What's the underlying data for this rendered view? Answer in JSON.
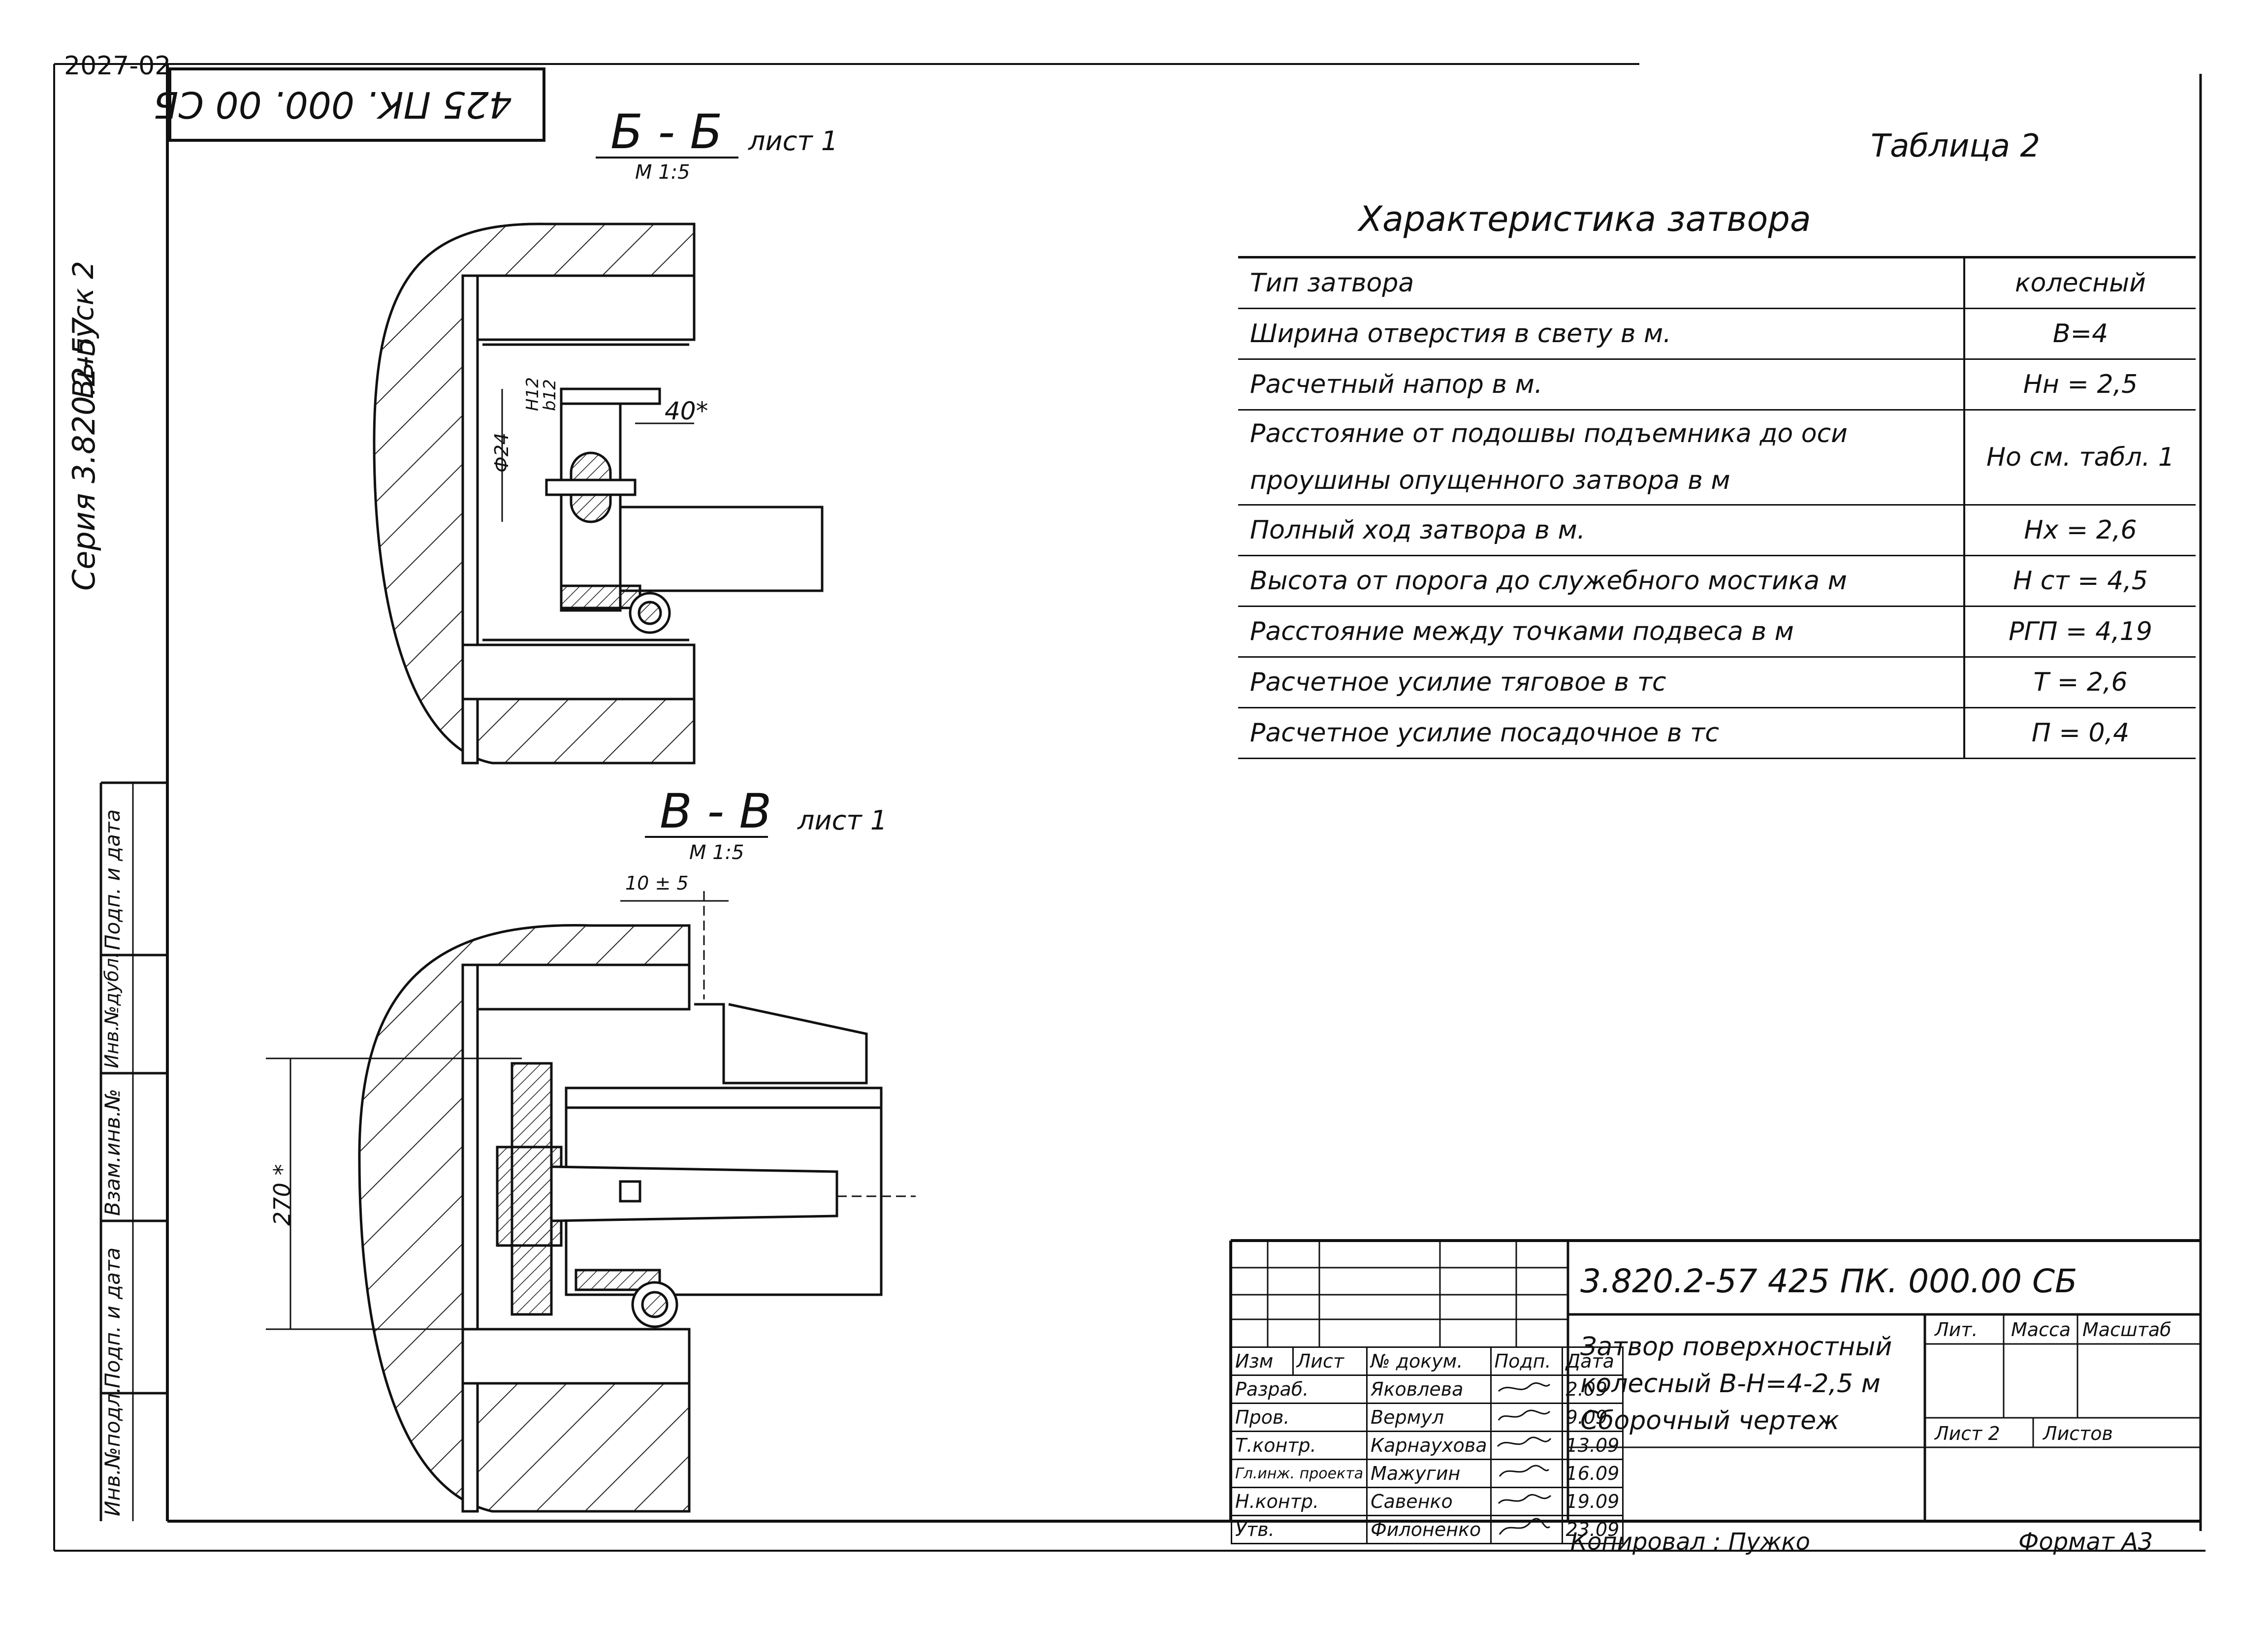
{
  "sheet": {
    "corner_code": "2027-02",
    "stamp_code": "425 ПК. 000. 00 СБ",
    "series": "Серия 3.820.2-57",
    "issue": "Выпуск 2",
    "side_cells": [
      "Инв.№подл.",
      "Подп. и дата",
      "Взам.инв.№",
      "Инв.№дубл.",
      "Подп. и дата"
    ]
  },
  "sections": {
    "bb": {
      "title": "Б - Б",
      "sheet_ref": "лист 1",
      "scale": "М 1:5",
      "dim_40": "40*",
      "dim_d24": "Ф24",
      "dim_h12": "Н12",
      "dim_b12": "b12"
    },
    "vv": {
      "title": "В - В",
      "sheet_ref": "лист 1",
      "scale": "М 1:5",
      "dim_10": "10 ± 5",
      "dim_270": "270 *"
    }
  },
  "table": {
    "label": "Таблица 2",
    "title": "Характеристика затвора",
    "rows": [
      {
        "param": "Тип затвора",
        "value": "колесный"
      },
      {
        "param": "Ширина отверстия в свету в м.",
        "value": "В=4"
      },
      {
        "param": "Расчетный напор в м.",
        "value": "Нн = 2,5"
      },
      {
        "param": "Расстояние от подошвы подъемника до оси проушины опущенного затвора в м",
        "value": "Но см. табл. 1"
      },
      {
        "param": "Полный ход затвора в м.",
        "value": "Нх = 2,6"
      },
      {
        "param": "Высота от порога до служебного мостика м",
        "value": "Н ст = 4,5"
      },
      {
        "param": "Расстояние между точками подвеса в м",
        "value": "РГП = 4,19"
      },
      {
        "param": "Расчетное усилие тяговое в тс",
        "value": "Т = 2,6"
      },
      {
        "param": "Расчетное усилие посадочное в тс",
        "value": "П = 0,4"
      }
    ]
  },
  "title_block": {
    "doc_code": "3.820.2-57 425 ПК. 000.00 СБ",
    "name_line1": "Затвор поверхностный",
    "name_line2": "колесный В-Н=4-2,5 м",
    "name_line3": "Сборочный чертеж",
    "lit_label": "Лит.",
    "mass_label": "Масса",
    "scale_label": "Масштаб",
    "sheet_label": "Лист 2",
    "sheets_label": "Листов",
    "copied": "Копировал : Пужко",
    "format": "Формат А3",
    "header": [
      "Изм",
      "Лист",
      "№ докум.",
      "Подп.",
      "Дата"
    ],
    "signers": [
      {
        "role": "Разраб.",
        "name": "Яковлева",
        "date": "2.09"
      },
      {
        "role": "Пров.",
        "name": "Вермул",
        "date": "9.09"
      },
      {
        "role": "Т.контр.",
        "name": "Карнаухова",
        "date": "13.09"
      },
      {
        "role": "Гл.инж. проекта",
        "name": "Мажугин",
        "date": "16.09"
      },
      {
        "role": "Н.контр.",
        "name": "Савенко",
        "date": "19.09"
      },
      {
        "role": "Утв.",
        "name": "Филоненко",
        "date": "23.09"
      }
    ]
  }
}
